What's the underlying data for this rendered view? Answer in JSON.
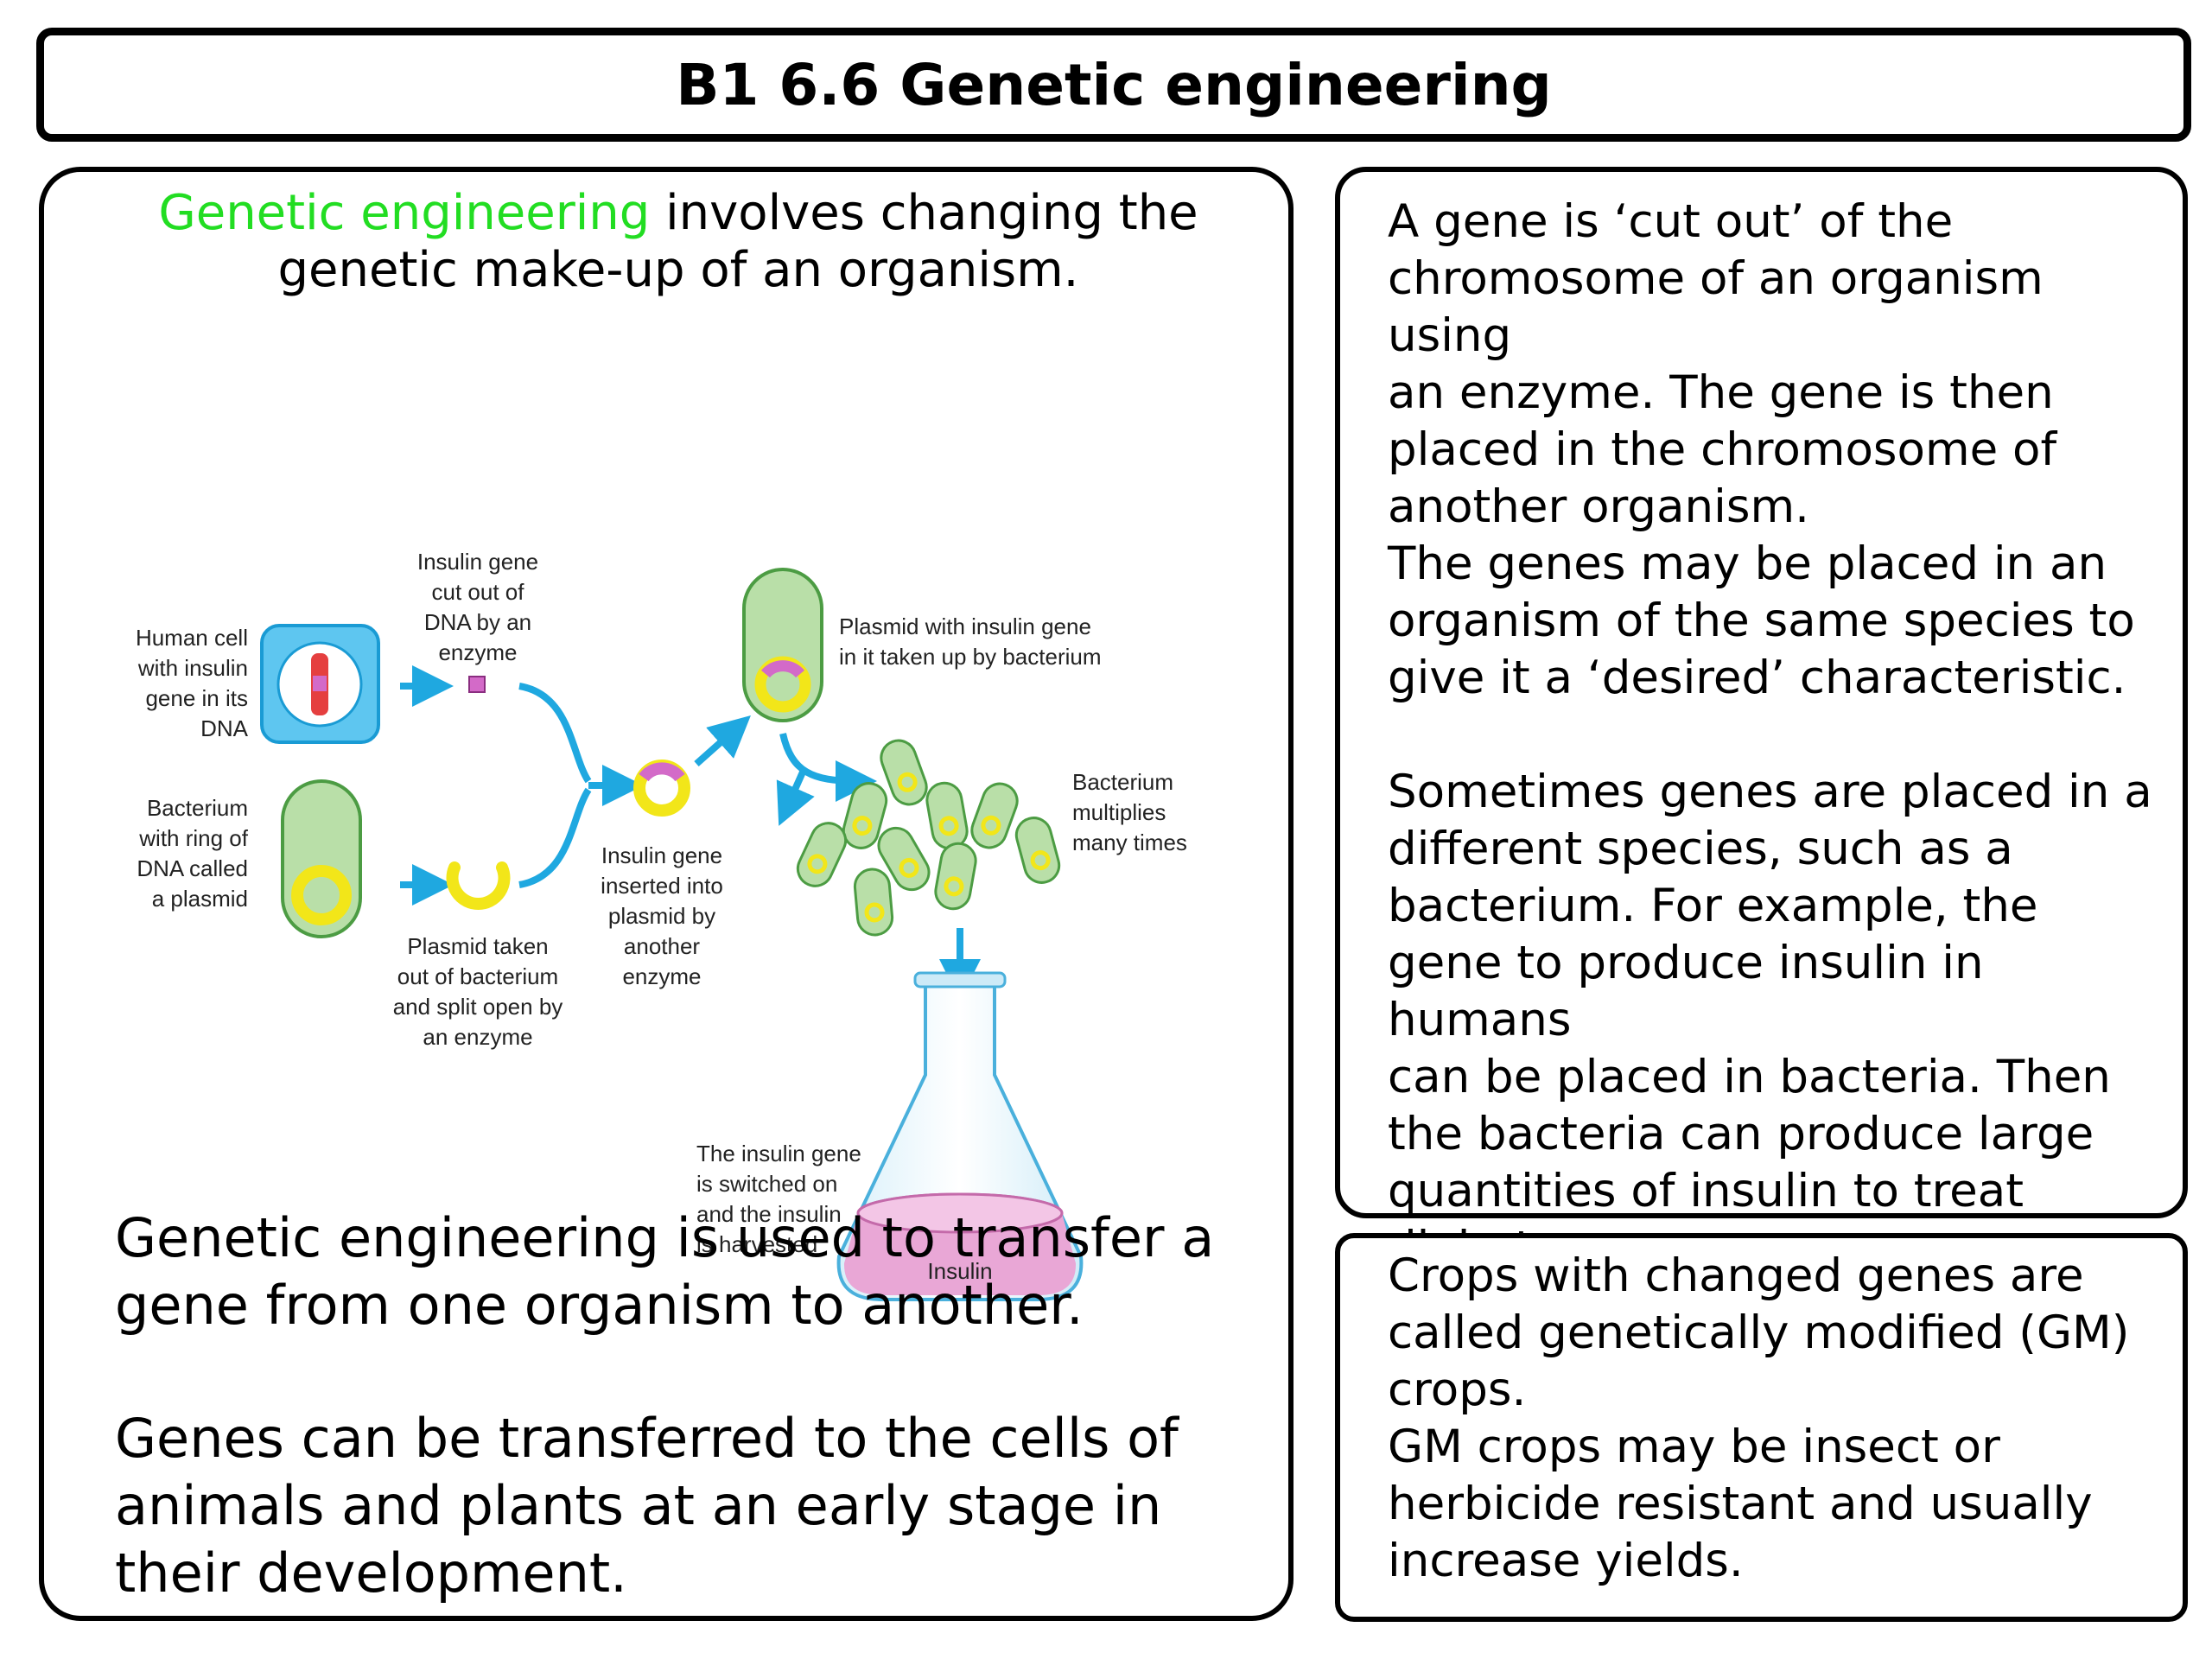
{
  "title": "B1 6.6 Genetic engineering",
  "left": {
    "intro_highlight": "Genetic engineering",
    "intro_rest": " involves changing the genetic make-up of an organism.",
    "para1": "Genetic engineering is used to transfer a gene from one organism to another.",
    "para2": "Genes can be transferred to the cells of animals and plants at an early stage in their development."
  },
  "diagram": {
    "human_cell": [
      "Human cell",
      "with insulin",
      "gene in its",
      "DNA"
    ],
    "gene_cut": [
      "Insulin gene",
      "cut out of",
      "DNA by an",
      "enzyme"
    ],
    "bacterium": [
      "Bacterium",
      "with ring of",
      "DNA called",
      "a plasmid"
    ],
    "plasmid_taken": [
      "Plasmid taken",
      "out of bacterium",
      "and split open by",
      "an enzyme"
    ],
    "gene_inserted": [
      "Insulin gene",
      "inserted into",
      "plasmid by",
      "another",
      "enzyme"
    ],
    "plasmid_taken_up": [
      "Plasmid with insulin gene",
      "in it taken up by bacterium"
    ],
    "multiplies": [
      "Bacterium",
      "multiplies",
      "many times"
    ],
    "harvested": [
      "The insulin gene",
      "is switched on",
      "and the insulin",
      "is harvested"
    ],
    "insulin_label": "Insulin",
    "colors": {
      "arrow": "#1fa8e0",
      "cell_blue": "#5ec6f0",
      "bacterium_green": "#b9dfa8",
      "plasmid_yellow": "#f2e619",
      "gene_pink": "#d36ac8",
      "liquid": "#e9a7d6"
    }
  },
  "right_top": {
    "p1": "A gene is ‘cut out’ of the\nchromosome of an organism using\nan enzyme.  The gene is then\nplaced in the chromosome of\nanother organism.",
    "p2": "The genes may be placed in an\norganism of the same species to\ngive it a ‘desired’ characteristic.",
    "p3": "Sometimes genes are placed in a\ndifferent species, such as a\nbacterium.  For example, the\ngene to produce insulin in humans\ncan be placed in bacteria. Then\nthe bacteria can produce large\nquantities of insulin to treat\ndiabetes."
  },
  "right_bottom": {
    "p1": "Crops with changed genes are\ncalled genetically modified (GM)\ncrops.",
    "p2": "GM crops may be insect or\nherbicide resistant and usually\nincrease yields."
  }
}
